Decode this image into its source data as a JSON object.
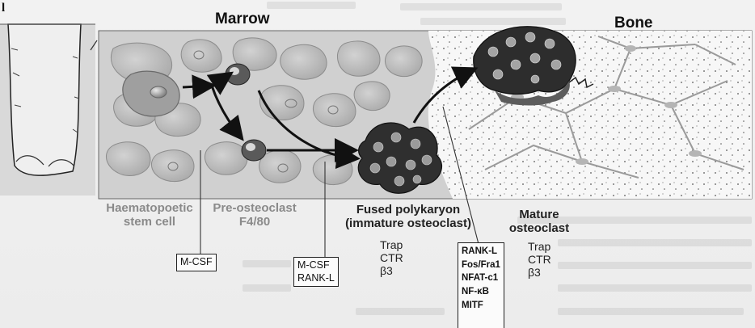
{
  "figure": {
    "panel_label": "l",
    "marrow_title": "Marrow",
    "bone_title": "Bone"
  },
  "stages": {
    "hsc": [
      "Haematopoetic",
      "stem cell"
    ],
    "pre": [
      "Pre-osteoclast",
      "F4/80"
    ],
    "fused": [
      "Fused polykaryon",
      "(immature osteoclast)"
    ],
    "mature": [
      "Mature",
      "osteoclast"
    ]
  },
  "markers": {
    "immature": [
      "Trap",
      "CTR",
      "β3"
    ],
    "mature": [
      "Trap",
      "CTR",
      "β3"
    ]
  },
  "factors": {
    "box1": [
      "M-CSF"
    ],
    "box2": [
      "M-CSF",
      "RANK-L"
    ],
    "box3": [
      "RANK-L",
      "Fos/Fra1",
      "NFAT-c1",
      "NF-κB",
      "MITF"
    ]
  },
  "colors": {
    "marrow_cell": "#b9b9b9",
    "cell_outline": "#8c8c8c",
    "dark_cell": "#3a3a3a",
    "bone_network": "#9a9a9a",
    "arrow": "#111111"
  }
}
